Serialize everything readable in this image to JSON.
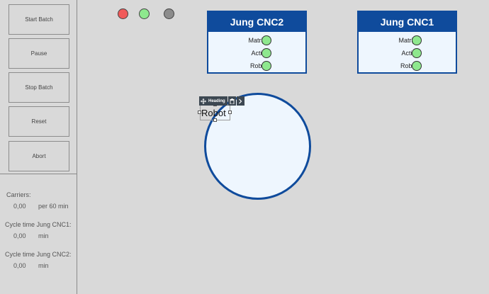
{
  "sidebar": {
    "buttons": [
      {
        "label": "Start Batch"
      },
      {
        "label": "Pause"
      },
      {
        "label": "Stop Batch"
      },
      {
        "label": "Reset"
      },
      {
        "label": "Abort"
      }
    ],
    "stats": {
      "carriers": {
        "label": "Carriers:",
        "value": "0,00",
        "unit": "per 60 min"
      },
      "cycle_cnc1": {
        "label": "Cycle time Jung CNC1:",
        "value": "0,00",
        "unit": "min"
      },
      "cycle_cnc2": {
        "label": "Cycle time Jung CNC2:",
        "value": "0,00",
        "unit": "min"
      }
    }
  },
  "status_lights": [
    {
      "color": "#f05a5a"
    },
    {
      "color": "#8ee88e"
    },
    {
      "color": "#8c8c8c"
    }
  ],
  "panels": {
    "cnc2": {
      "title": "Jung CNC2",
      "rows": [
        {
          "label": "Matrijs",
          "color": "#8ee88e"
        },
        {
          "label": "Actief",
          "color": "#8ee88e"
        },
        {
          "label": "Robot",
          "color": "#8ee88e"
        }
      ]
    },
    "cnc1": {
      "title": "Jung CNC1",
      "rows": [
        {
          "label": "Matrijs",
          "color": "#8ee88e"
        },
        {
          "label": "Actief",
          "color": "#8ee88e"
        },
        {
          "label": "Robot",
          "color": "#8ee88e"
        }
      ]
    }
  },
  "editor": {
    "toolbar_label": "Heading",
    "move_icon": "move-icon",
    "delete_icon": "trash-icon",
    "next_icon": "chevron-right-icon",
    "heading_text": "Robot"
  },
  "colors": {
    "accent": "#0f4b9c",
    "panel_bg": "#eef6fe",
    "background": "#d9d9d9"
  }
}
